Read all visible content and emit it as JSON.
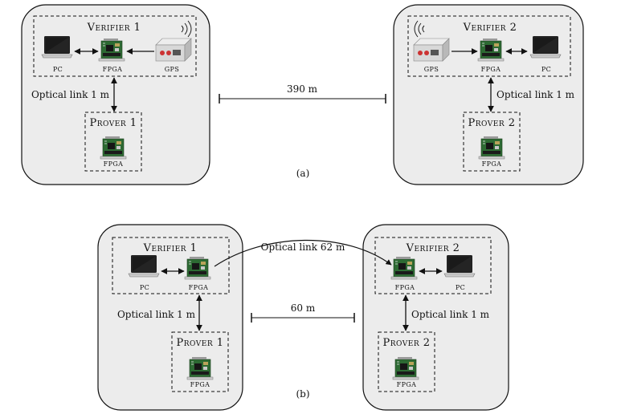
{
  "panel_a": {
    "caption": "(a)",
    "distance": "390 m",
    "left": {
      "verifier_title": "Verifier 1",
      "devices": {
        "pc": "PC",
        "fpga": "FPGA",
        "gps": "GPS"
      },
      "link_label": "Optical link 1 m",
      "prover_title": "Prover 1",
      "prover_device": "FPGA"
    },
    "right": {
      "verifier_title": "Verifier 2",
      "devices": {
        "gps": "GPS",
        "fpga": "FPGA",
        "pc": "PC"
      },
      "link_label": "Optical link 1 m",
      "prover_title": "Prover 2",
      "prover_device": "FPGA"
    }
  },
  "panel_b": {
    "caption": "(b)",
    "distance": "60 m",
    "cross_link_label": "Optical link 62 m",
    "left": {
      "verifier_title": "Verifier 1",
      "devices": {
        "pc": "PC",
        "fpga": "FPGA"
      },
      "link_label": "Optical link 1 m",
      "prover_title": "Prover 1",
      "prover_device": "FPGA"
    },
    "right": {
      "verifier_title": "Verifier 2",
      "devices": {
        "fpga": "FPGA",
        "pc": "PC"
      },
      "link_label": "Optical link 1 m",
      "prover_title": "Prover 2",
      "prover_device": "FPGA"
    }
  },
  "colors": {
    "site_fill": "#ececec",
    "line": "#111111",
    "board_green": "#3c7a3e",
    "laptop_screen": "#1c1c1c",
    "gps_body": "#d6d6d6"
  },
  "icons": [
    "laptop-icon",
    "fpga-board-icon",
    "gps-receiver-icon",
    "wireless-signal-icon"
  ]
}
